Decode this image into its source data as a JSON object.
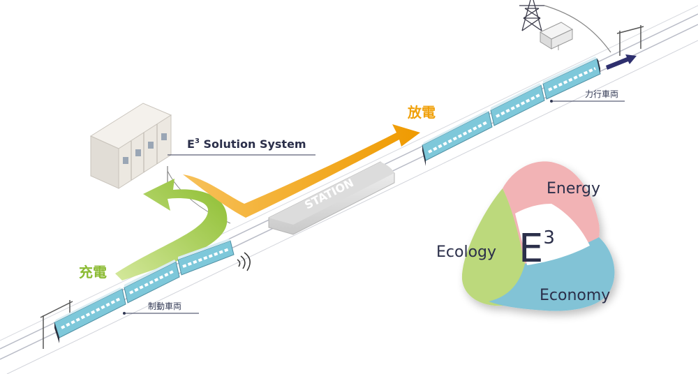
{
  "diagram": {
    "system_label": "E",
    "system_label_sup": "3",
    "system_label_rest": " Solution System",
    "charge_label": "充電",
    "discharge_label": "放電",
    "station_label": "STATION",
    "braking_car_label": "制動車両",
    "powering_car_label": "力行車両"
  },
  "emblem": {
    "center_letter": "E",
    "center_sup": "3",
    "energy": "Energy",
    "ecology": "Ecology",
    "economy": "Economy"
  },
  "colors": {
    "charge_arrow": "#9cc63f",
    "discharge_arrow": "#f0a10c",
    "train_body": "#7ec8da",
    "energy_lobe": "#f2b3b5",
    "ecology_lobe": "#bcd97c",
    "economy_lobe": "#82c3d6",
    "direction_arrow": "#2e2f6e"
  },
  "icons": [
    "substation-box-icon",
    "transmission-tower-icon",
    "transformer-box-icon",
    "signal-waves-icon",
    "direction-arrow-icon"
  ]
}
